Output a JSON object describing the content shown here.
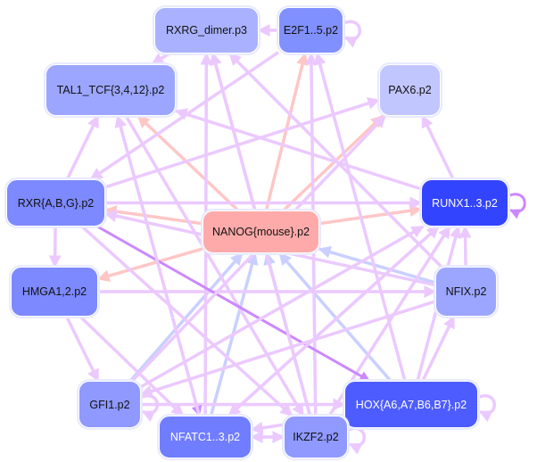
{
  "nodes": [
    {
      "id": "rxrg",
      "label": "RXRG_dimer.p3",
      "color": "#aab2ff"
    },
    {
      "id": "e2f1",
      "label": "E2F1..5.p2",
      "color": "#8190ff"
    },
    {
      "id": "tal1",
      "label": "TAL1_TCF{3,4,12}.p2",
      "color": "#9ca6ff"
    },
    {
      "id": "pax6",
      "label": "PAX6.p2",
      "color": "#c2c6ff"
    },
    {
      "id": "rxr",
      "label": "RXR{A,B,G}.p2",
      "color": "#7d89ff"
    },
    {
      "id": "runx",
      "label": "RUNX1..3.p2",
      "color": "#3344ff"
    },
    {
      "id": "nanog",
      "label": "NANOG{mouse}.p2",
      "color": "#ffaaaa"
    },
    {
      "id": "hmga",
      "label": "HMGA1,2.p2",
      "color": "#7d89ff"
    },
    {
      "id": "nfix",
      "label": "NFIX.p2",
      "color": "#9ca6ff"
    },
    {
      "id": "gfi1",
      "label": "GFI1.p2",
      "color": "#8f99ff"
    },
    {
      "id": "hox",
      "label": "HOX{A6,A7,B6,B7}.p2",
      "color": "#4d5cff"
    },
    {
      "id": "nfatc",
      "label": "NFATC1..3.p2",
      "color": "#707dff"
    },
    {
      "id": "ikzf2",
      "label": "IKZF2.p2",
      "color": "#8f99ff"
    }
  ],
  "edge_colors": {
    "default": "#ebc9ff",
    "from_nanog": "#ffc6c6",
    "to_nanog": "#c9d0ff",
    "strong": "#cc88ff"
  },
  "edges": [
    [
      "nanog",
      "rxrg",
      "from_nanog"
    ],
    [
      "nanog",
      "e2f1",
      "from_nanog"
    ],
    [
      "nanog",
      "pax6",
      "from_nanog"
    ],
    [
      "nanog",
      "tal1",
      "from_nanog"
    ],
    [
      "nanog",
      "runx",
      "from_nanog"
    ],
    [
      "nanog",
      "rxr",
      "from_nanog"
    ],
    [
      "nanog",
      "hmga",
      "from_nanog"
    ],
    [
      "gfi1",
      "nanog",
      "to_nanog"
    ],
    [
      "nfatc",
      "nanog",
      "to_nanog"
    ],
    [
      "ikzf2",
      "nanog",
      "to_nanog"
    ],
    [
      "hox",
      "nanog",
      "to_nanog"
    ],
    [
      "nfix",
      "nanog",
      "to_nanog"
    ],
    [
      "e2f1",
      "rxrg",
      "default"
    ],
    [
      "e2f1",
      "e2f1",
      "default"
    ],
    [
      "rxrg",
      "tal1",
      "default"
    ],
    [
      "e2f1",
      "rxr",
      "default"
    ],
    [
      "rxr",
      "tal1",
      "default"
    ],
    [
      "rxr",
      "runx",
      "default"
    ],
    [
      "rxr",
      "pax6",
      "default"
    ],
    [
      "runx",
      "pax6",
      "default"
    ],
    [
      "runx",
      "runx",
      "strong"
    ],
    [
      "hmga",
      "nfix",
      "default"
    ],
    [
      "rxr",
      "hmga",
      "default"
    ],
    [
      "hmga",
      "gfi1",
      "default"
    ],
    [
      "gfi1",
      "hox",
      "default"
    ],
    [
      "gfi1",
      "gfi1",
      "default"
    ],
    [
      "hox",
      "hox",
      "default"
    ],
    [
      "ikzf2",
      "ikzf2",
      "default"
    ],
    [
      "nfatc",
      "ikzf2",
      "default"
    ],
    [
      "ikzf2",
      "nfatc",
      "default"
    ],
    [
      "tal1",
      "nfatc",
      "strong"
    ],
    [
      "tal1",
      "ikzf2",
      "default"
    ],
    [
      "hox",
      "runx",
      "default"
    ],
    [
      "ikzf2",
      "runx",
      "default"
    ],
    [
      "nfatc",
      "runx",
      "default"
    ],
    [
      "nfix",
      "runx",
      "default"
    ],
    [
      "hox",
      "nfix",
      "default"
    ],
    [
      "nfatc",
      "rxrg",
      "default"
    ],
    [
      "ikzf2",
      "e2f1",
      "default"
    ],
    [
      "hox",
      "e2f1",
      "default"
    ],
    [
      "nfix",
      "rxrg",
      "default"
    ],
    [
      "rxr",
      "hox",
      "strong"
    ],
    [
      "nfix",
      "rxr",
      "default"
    ],
    [
      "gfi1",
      "runx",
      "default"
    ],
    [
      "hox",
      "nfatc",
      "default"
    ],
    [
      "nfix",
      "gfi1",
      "default"
    ],
    [
      "runx",
      "tal1",
      "default"
    ],
    [
      "hmga",
      "nfatc",
      "default"
    ],
    [
      "rxr",
      "ikzf2",
      "default"
    ],
    [
      "gfi1",
      "pax6",
      "default"
    ],
    [
      "ikzf2",
      "rxrg",
      "default"
    ],
    [
      "hox",
      "ikzf2",
      "default"
    ],
    [
      "nfatc",
      "tal1",
      "default"
    ],
    [
      "runx",
      "nfatc",
      "default"
    ]
  ]
}
